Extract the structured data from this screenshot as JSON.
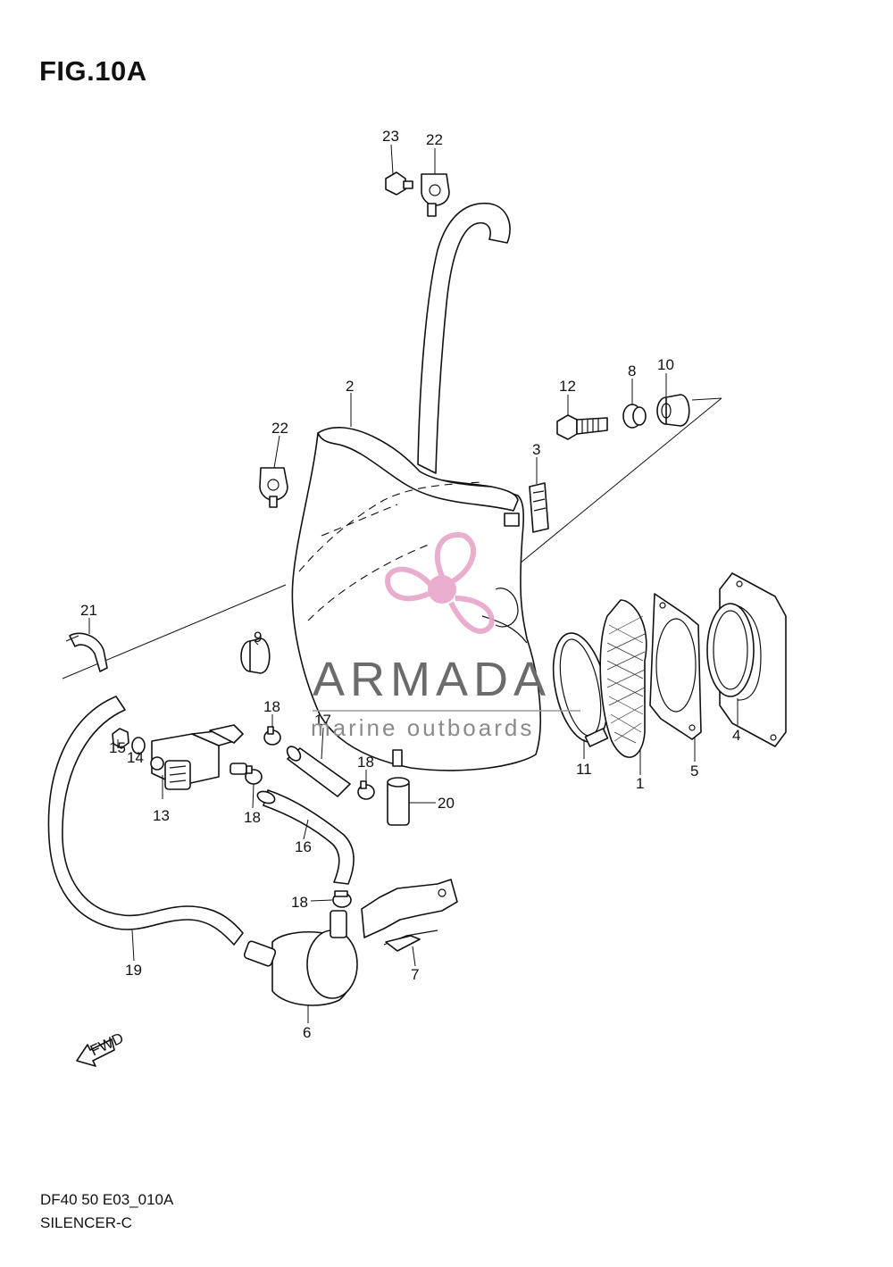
{
  "figure": {
    "title": "FIG.10A",
    "code": "DF40 50 E03_010A",
    "name": "SILENCER-C"
  },
  "watermark": {
    "brand": "ARMADA",
    "tagline": "marine outboards",
    "logo_color": "#e7a6c8"
  },
  "fwd_label": "FWD",
  "callouts": {
    "p1": "1",
    "p2": "2",
    "p3": "3",
    "p4": "4",
    "p5": "5",
    "p6": "6",
    "p7": "7",
    "p8": "8",
    "p9": "9",
    "p10": "10",
    "p11": "11",
    "p12": "12",
    "p13": "13",
    "p14": "14",
    "p15": "15",
    "p16": "16",
    "p17": "17",
    "p18a": "18",
    "p18b": "18",
    "p18c": "18",
    "p18d": "18",
    "p19": "19",
    "p20": "20",
    "p21": "21",
    "p22a": "22",
    "p22b": "22",
    "p23": "23"
  }
}
